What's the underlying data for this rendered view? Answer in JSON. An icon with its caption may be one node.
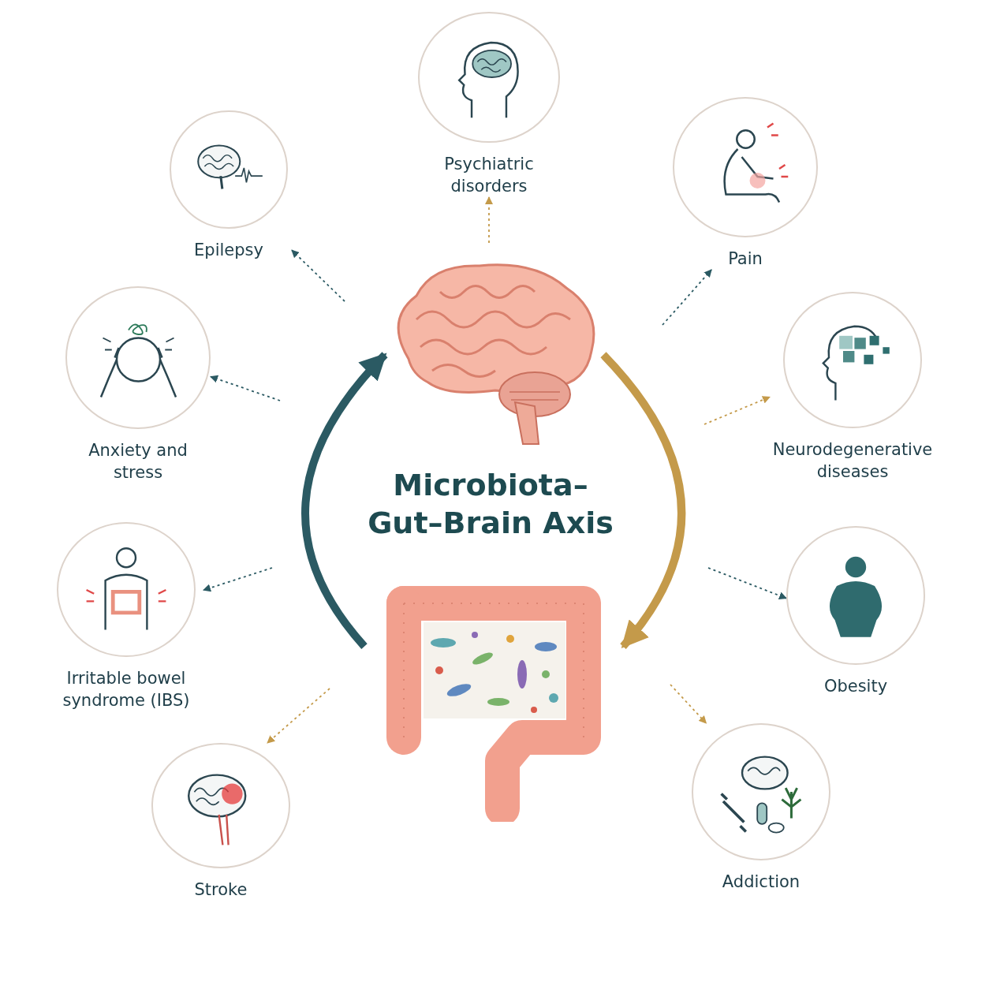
{
  "diagram": {
    "title": "Microbiota–Gut–Brain Axis",
    "nodes": [
      {
        "text": [],
        "shape": "picture"
      },
      {
        "text": [],
        "shape": "picture"
      },
      {
        "text": [
          "Psychiatric disorders"
        ]
      },
      {
        "text": [
          "Epilepsy"
        ]
      },
      {
        "text": [
          "Pain"
        ]
      },
      {
        "text": [
          "Anxiety and stress"
        ]
      },
      {
        "text": [
          "Neurodegenerative diseases"
        ]
      },
      {
        "text": [
          "Irritable bowel syndrome (IBS)"
        ]
      },
      {
        "text": [
          "Obesity"
        ]
      },
      {
        "text": [
          "Stroke"
        ]
      },
      {
        "text": [
          "Addiction"
        ]
      }
    ],
    "edges": [
      {
        "from": 1,
        "to": 0,
        "arrow": "to",
        "style": "thick"
      },
      {
        "from": 0,
        "to": 1,
        "arrow": "to",
        "style": "thick",
        "color": "#c49a4a"
      },
      {
        "from": null,
        "to": 2,
        "arrow": "to",
        "style": "dashed",
        "color": "#c49a4a"
      },
      {
        "from": null,
        "to": 3,
        "arrow": "to",
        "style": "dashed"
      },
      {
        "from": null,
        "to": 4,
        "arrow": "to",
        "style": "dashed"
      },
      {
        "from": null,
        "to": 5,
        "arrow": "to",
        "style": "dashed"
      },
      {
        "from": null,
        "to": 6,
        "arrow": "to",
        "style": "dashed",
        "color": "#c49a4a"
      },
      {
        "from": null,
        "to": 7,
        "arrow": "to",
        "style": "dashed"
      },
      {
        "from": null,
        "to": 8,
        "arrow": "to",
        "style": "dashed"
      },
      {
        "from": null,
        "to": 9,
        "arrow": "to",
        "style": "dashed",
        "color": "#c49a4a"
      },
      {
        "from": null,
        "to": 10,
        "arrow": "to",
        "style": "dashed",
        "color": "#c49a4a"
      }
    ]
  }
}
